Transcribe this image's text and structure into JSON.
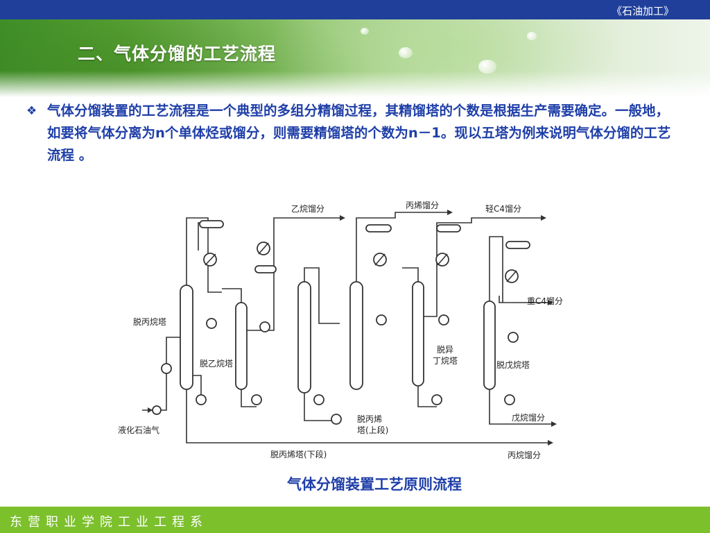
{
  "header": {
    "course_tag": "《石油加工》"
  },
  "slide": {
    "title": "二、气体分馏的工艺流程",
    "bullet_symbol": "❖",
    "paragraph": "气体分馏装置的工艺流程是一个典型的多组分精馏过程，其精馏塔的个数是根据生产需要确定。一般地，如要将气体分离为n个单体烃或馏分，则需要精馏塔的个数为n－1。现以五塔为例来说明气体分馏的工艺流程 。"
  },
  "diagram": {
    "labels": {
      "feed": "液化石油气",
      "depropanizer": "脱丙烷塔",
      "deethanizer": "脱乙烷塔",
      "depropylenizer_upper_1": "脱丙烯",
      "depropylenizer_upper_2": "塔(上段)",
      "depropylenizer_lower": "脱丙烯塔(下段)",
      "deisobutanizer_1": "脱异",
      "deisobutanizer_2": "丁烷塔",
      "depentanizer": "脱戊烷塔",
      "ethane_fraction": "乙烷馏分",
      "propylene_fraction": "丙烯馏分",
      "light_c4_fraction": "轻C4馏分",
      "heavy_c4_fraction": "重C4馏分",
      "pentane_fraction": "戊烷馏分",
      "propane_fraction": "丙烷馏分"
    }
  },
  "caption": "气体分馏装置工艺原则流程",
  "footer": {
    "department": "东营职业学院工业工程系"
  }
}
